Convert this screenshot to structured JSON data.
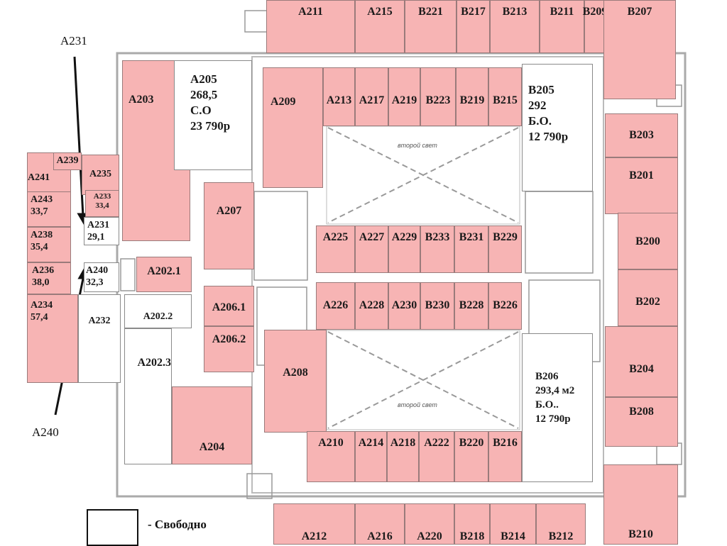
{
  "colors": {
    "occupied": "#f7b4b4",
    "free": "#ffffff"
  },
  "rooms": {
    "A211": "A211",
    "A215": "A215",
    "B221": "B221",
    "B217": "B217",
    "B213": "B213",
    "B211": "B211",
    "B209": "B209",
    "B207": "B207",
    "A209": "A209",
    "A213": "A213",
    "A217": "A217",
    "A219": "A219",
    "B223": "B223",
    "B219": "B219",
    "B215": "B215",
    "A203": "A203",
    "A207": "A207",
    "A202_1": "A202.1",
    "A202_2": "A202.2",
    "A202_3": "A202.3",
    "A204": "A204",
    "A206_1": "A206.1",
    "A206_2": "A206.2",
    "A208": "A208",
    "A225": "A225",
    "A227": "A227",
    "A229": "A229",
    "B233": "B233",
    "B231": "B231",
    "B229": "B229",
    "A226": "A226",
    "A228": "A228",
    "A230": "A230",
    "B230": "B230",
    "B228": "B228",
    "B226": "B226",
    "A210": "A210",
    "A214": "A214",
    "A218": "A218",
    "A222": "A222",
    "B220": "B220",
    "B216": "B216",
    "B203": "B203",
    "B201": "B201",
    "B200": "B200",
    "B202": "B202",
    "B204": "B204",
    "B208": "B208",
    "B210": "B210",
    "A212": "A212",
    "A216": "A216",
    "A220": "A220",
    "B218": "B218",
    "B214": "B214",
    "B212": "B212",
    "A241": "A241",
    "A239": "A239",
    "A235": "A235",
    "A232": "A232",
    "A233": {
      "name": "A233",
      "area": "33,4"
    },
    "A243": {
      "name": "A243",
      "area": "33,7"
    },
    "A238": {
      "name": "A238",
      "area": "35,4"
    },
    "A236": {
      "name": "A236",
      "area": "38,0"
    },
    "A234": {
      "name": "A234",
      "area": "57,4"
    },
    "A231": {
      "name": "A231",
      "area": "29,1"
    },
    "A240": {
      "name": "A240",
      "area": "32,3"
    },
    "A205": {
      "name": "A205",
      "area": "268,5",
      "type": "С.О",
      "price": "23 790р"
    },
    "B205": {
      "name": "B205",
      "area": "292",
      "type": "Б.О.",
      "price": "12 790р"
    },
    "B206": {
      "name": "B206",
      "area": "293,4 м2",
      "type": "Б.О..",
      "price": "12 790р"
    }
  },
  "atrium_label": "второй свет",
  "annotations": {
    "top": "A231",
    "bottom": "A240"
  },
  "legend": {
    "free_label": "- Свободно"
  }
}
